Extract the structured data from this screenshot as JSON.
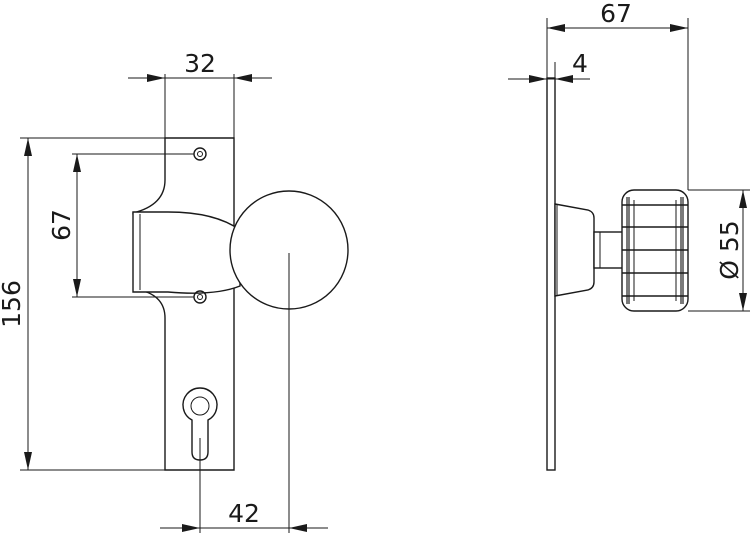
{
  "diagram": {
    "front_view": {
      "dimensions": {
        "plate_width": "32",
        "hole_spacing": "67",
        "total_height": "156",
        "knob_to_keyhole": "42"
      }
    },
    "side_view": {
      "dimensions": {
        "overall_depth": "67",
        "plate_thickness": "4",
        "knob_diameter": "Ø 55"
      }
    }
  }
}
